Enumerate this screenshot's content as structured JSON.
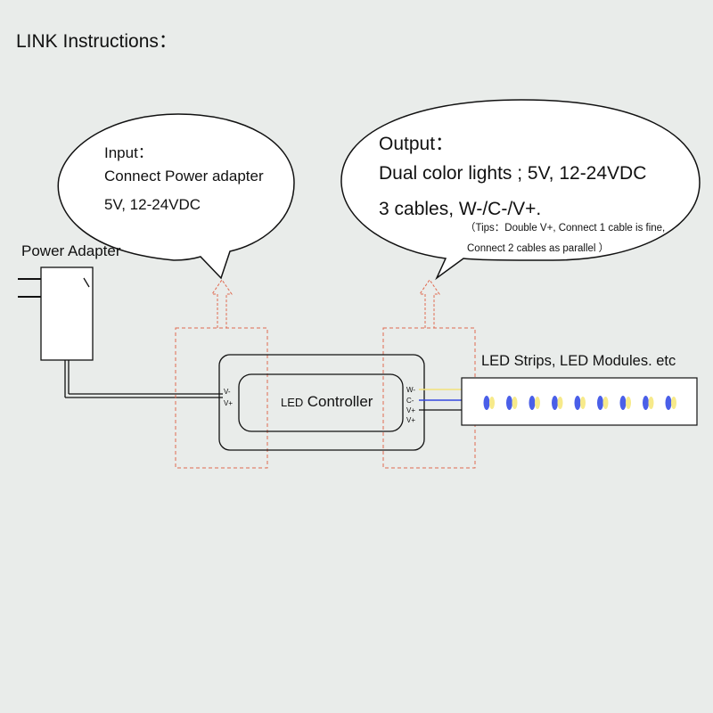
{
  "title": "LINK Instructions：",
  "input_bubble": {
    "line1": "Input：",
    "line2": "Connect Power adapter",
    "line3": "5V, 12-24VDC"
  },
  "output_bubble": {
    "line1": "Output：",
    "line2": "Dual color lights ; 5V, 12-24VDC",
    "line3": "3 cables,   W-/C-/V+.",
    "tip1": "（Tips：Double V+, Connect 1 cable is fine,",
    "tip2": "Connect 2 cables as parallel    ）"
  },
  "power_adapter": {
    "label": "Power Adapter"
  },
  "controller": {
    "label_small": "LED",
    "label_big": "Controller",
    "input_pins": [
      "V-",
      "V+"
    ],
    "output_pins": [
      "W-",
      "C-",
      "V+",
      "V+"
    ]
  },
  "led_strip": {
    "label": "LED Strips, LED Modules. etc",
    "led_pairs": 9
  },
  "colors": {
    "background": "#e9ecea",
    "outline": "#111111",
    "dashed_box": "#e06a50",
    "warm_white_wire": "#f2e27a",
    "cool_white_wire": "#3548e0",
    "led_blue": "#4a5fe8",
    "led_yellow": "#f7ea8a"
  }
}
